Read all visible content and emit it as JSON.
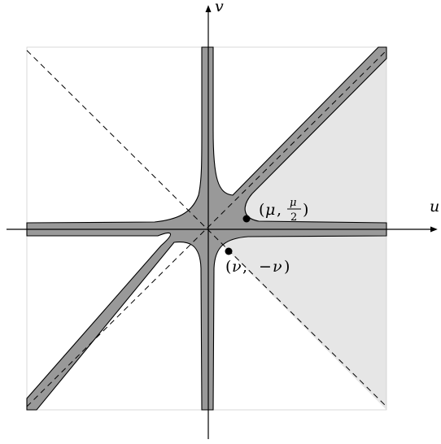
{
  "axes": {
    "x_label": "u",
    "y_label": "v"
  },
  "points": [
    {
      "id": "mu-point",
      "label_open": "(",
      "label_var": "μ",
      "label_sep": ", ",
      "frac_num": "μ",
      "frac_den": "2",
      "label_close": ")"
    },
    {
      "id": "nu-point",
      "label_open": "(",
      "label_var": "ν",
      "label_sep": ", ",
      "label_neg": "−",
      "label_var2": "ν",
      "label_close": ")"
    }
  ],
  "colors": {
    "band_fill": "#999999",
    "region_fill": "#e6e6e6",
    "frame": "#cccccc",
    "line": "#000000"
  }
}
